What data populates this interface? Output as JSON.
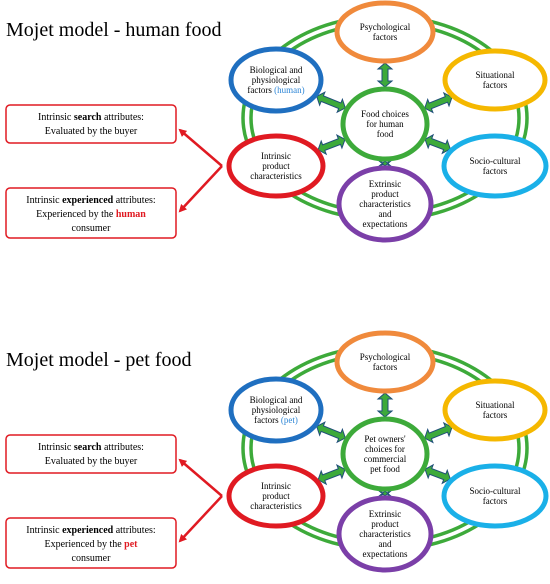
{
  "panels": [
    {
      "title": "Mojet model - human food",
      "center": [
        "Food choices",
        "for human",
        "food"
      ],
      "bio": {
        "lines": [
          "Biological and",
          "physiological"
        ],
        "last_prefix": "factors ",
        "last_highlight": "(human)"
      },
      "psych": [
        "Psychological",
        "factors"
      ],
      "situational": [
        "Situational",
        "factors"
      ],
      "socio": [
        "Socio-cultural",
        "factors"
      ],
      "extrinsic": [
        "Extrinsic",
        "product",
        "characteristics",
        "and",
        "expectations"
      ],
      "intrinsic": [
        "Intrinsic",
        "product",
        "characteristics"
      ],
      "box_search": {
        "line1_prefix": "Intrinsic ",
        "line1_bold": "search",
        "line1_suffix": " attributes:",
        "line2": "Evaluated by the buyer"
      },
      "box_experienced": {
        "line1_prefix": "Intrinsic ",
        "line1_bold": "experienced",
        "line1_suffix": " attributes:",
        "line2_prefix": "Experienced by the ",
        "line2_highlight": "human",
        "line3": "consumer"
      }
    },
    {
      "title": "Mojet model - pet food",
      "center": [
        "Pet owners'",
        "choices for",
        "commercial",
        "pet food"
      ],
      "bio": {
        "lines": [
          "Biological and",
          "physiological"
        ],
        "last_prefix": "factors ",
        "last_highlight": "(pet)"
      },
      "psych": [
        "Psychological",
        "factors"
      ],
      "situational": [
        "Situational",
        "factors"
      ],
      "socio": [
        "Socio-cultural",
        "factors"
      ],
      "extrinsic": [
        "Extrinsic",
        "product",
        "characteristics",
        "and",
        "expectations"
      ],
      "intrinsic": [
        "Intrinsic",
        "product",
        "characteristics"
      ],
      "box_search": {
        "line1_prefix": "Intrinsic ",
        "line1_bold": "search",
        "line1_suffix": " attributes:",
        "line2": "Evaluated by the buyer"
      },
      "box_experienced": {
        "line1_prefix": "Intrinsic ",
        "line1_bold": "experienced",
        "line1_suffix": " attributes:",
        "line2_prefix": "Experienced by the ",
        "line2_highlight": "pet",
        "line3": "consumer"
      }
    }
  ],
  "colors": {
    "ring": "#3daa3a",
    "center": "#3daa3a",
    "psych": "#f08a3c",
    "situational": "#f5b800",
    "socio": "#1ab0e8",
    "extrinsic": "#7b3fa8",
    "intrinsic": "#e01a22",
    "bio": "#1f6fc0",
    "highlight_blue": "#2e86d6",
    "highlight_red": "#e01a22",
    "box_border": "#e01a22",
    "arrow_fill": "#3daa3a",
    "arrow_stroke": "#1f4e79"
  }
}
